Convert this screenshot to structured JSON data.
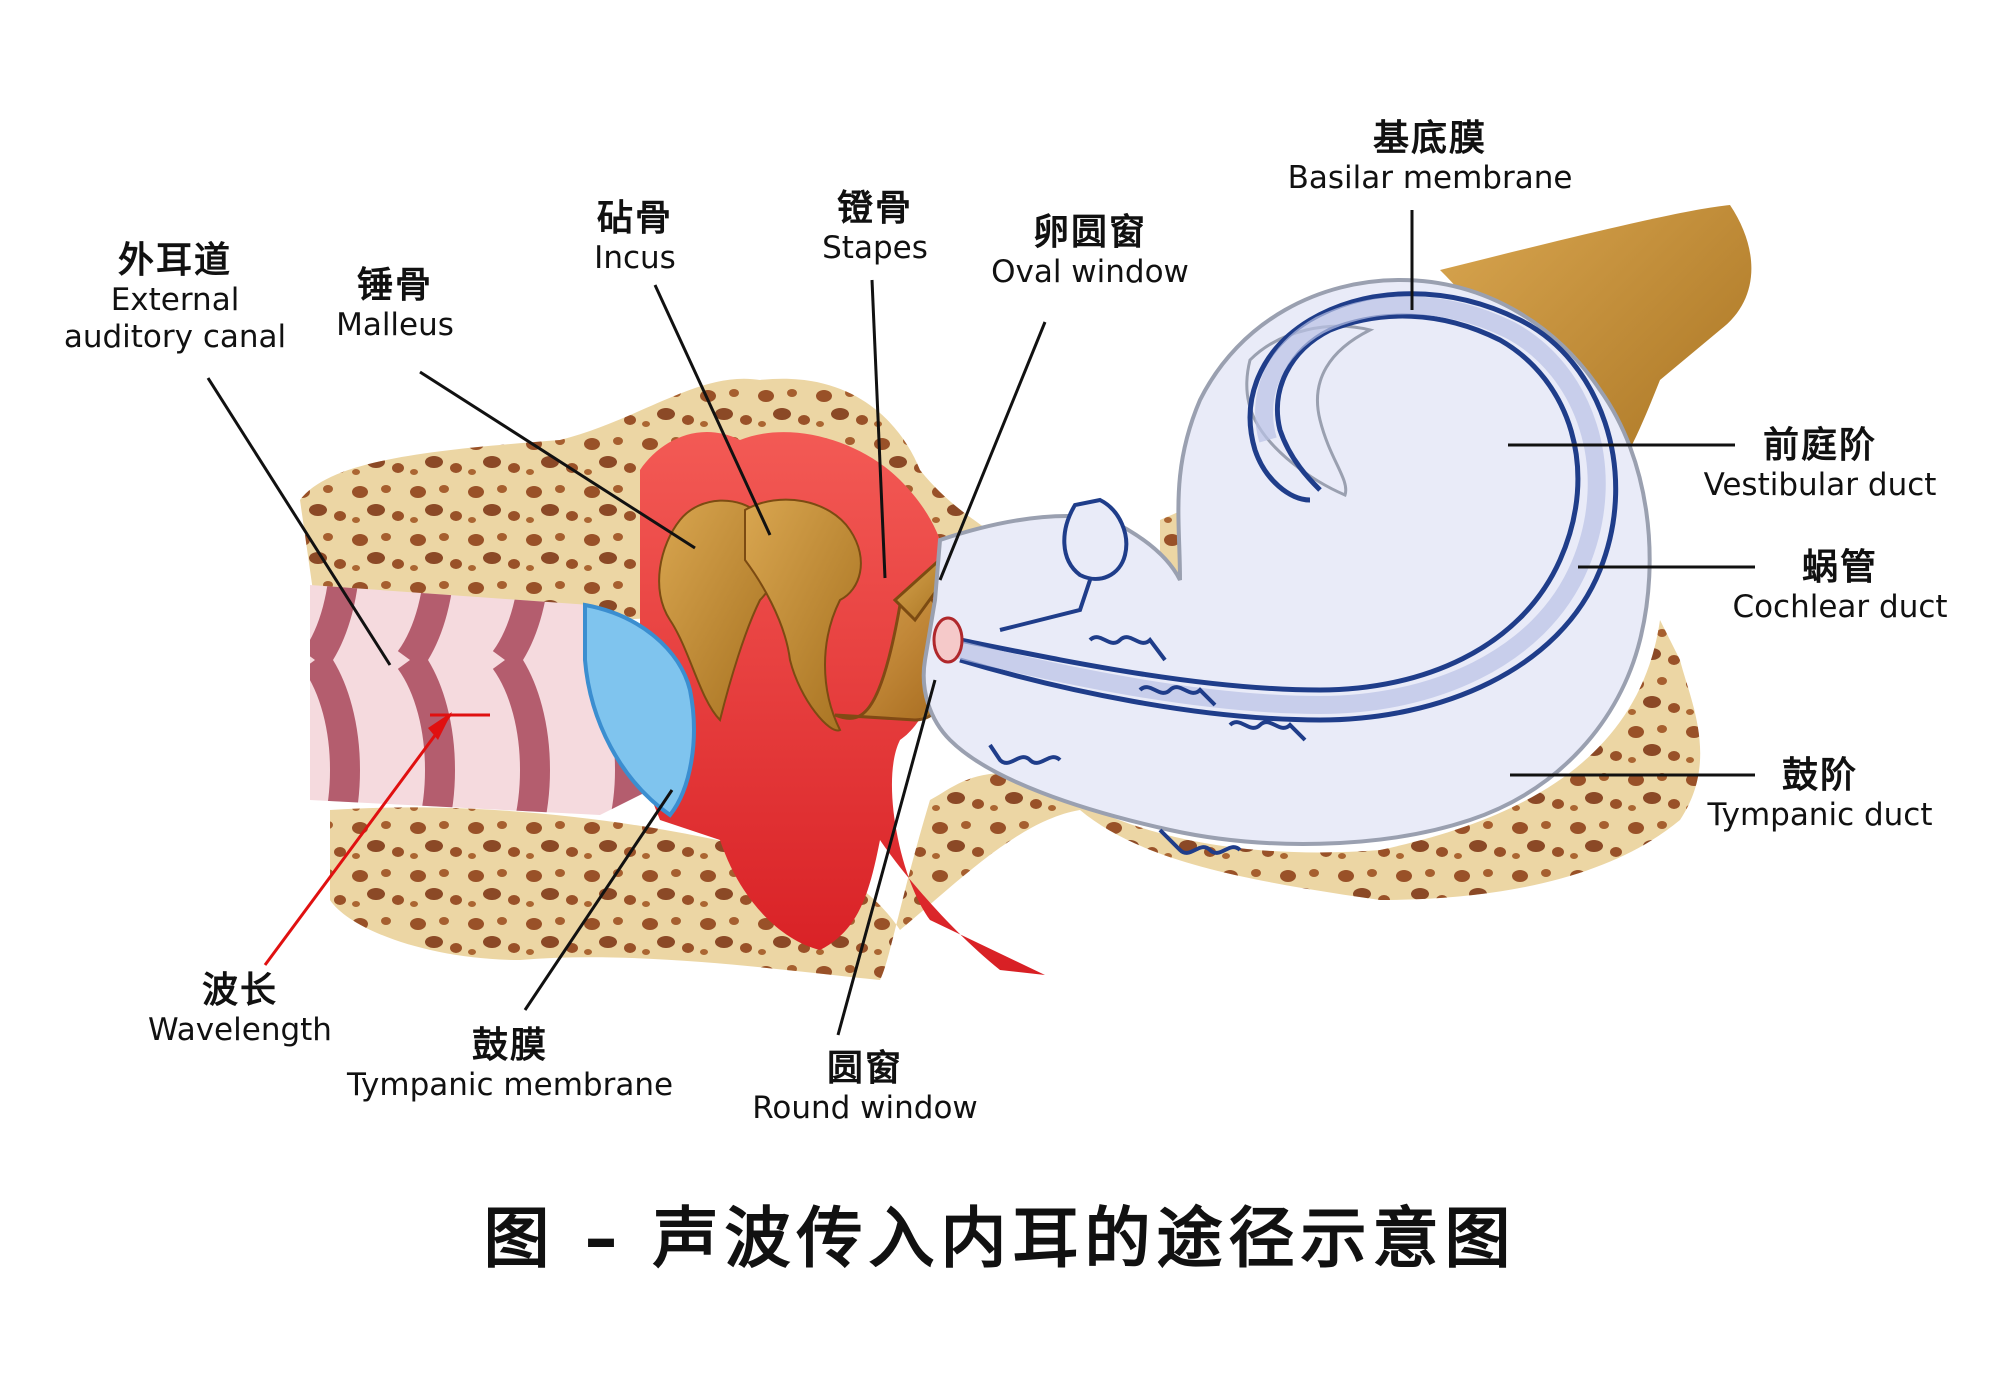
{
  "labels": {
    "external_canal": {
      "zh": "外耳道",
      "en_line1": "External",
      "en_line2": "auditory canal"
    },
    "malleus": {
      "zh": "锤骨",
      "en": "Malleus"
    },
    "incus": {
      "zh": "砧骨",
      "en": "Incus"
    },
    "stapes": {
      "zh": "镫骨",
      "en": "Stapes"
    },
    "oval_window": {
      "zh": "卵圆窗",
      "en": "Oval window"
    },
    "basilar_membrane": {
      "zh": "基底膜",
      "en": "Basilar membrane"
    },
    "vestibular_duct": {
      "zh": "前庭阶",
      "en": "Vestibular duct"
    },
    "cochlear_duct": {
      "zh": "蜗管",
      "en": "Cochlear duct"
    },
    "tympanic_duct": {
      "zh": "鼓阶",
      "en": "Tympanic duct"
    },
    "wavelength": {
      "zh": "波长",
      "en": "Wavelength"
    },
    "tympanic_membrane": {
      "zh": "鼓膜",
      "en": "Tympanic membrane"
    },
    "round_window": {
      "zh": "圆窗",
      "en": "Round window"
    }
  },
  "caption": "图 – 声波传入内耳的途径示意图",
  "colors": {
    "bone": "#ecd6a4",
    "bone_pore": "#8a3a12",
    "middle_ear": "#e3262b",
    "ossicles": "#b9762c",
    "cochlea_fill": "#e9ebf8",
    "membrane_line": "#1f3d8a",
    "eardrum": "#7fc4ee",
    "canal_wave": "#a8485a",
    "wavelength_arrow": "#e01010"
  }
}
